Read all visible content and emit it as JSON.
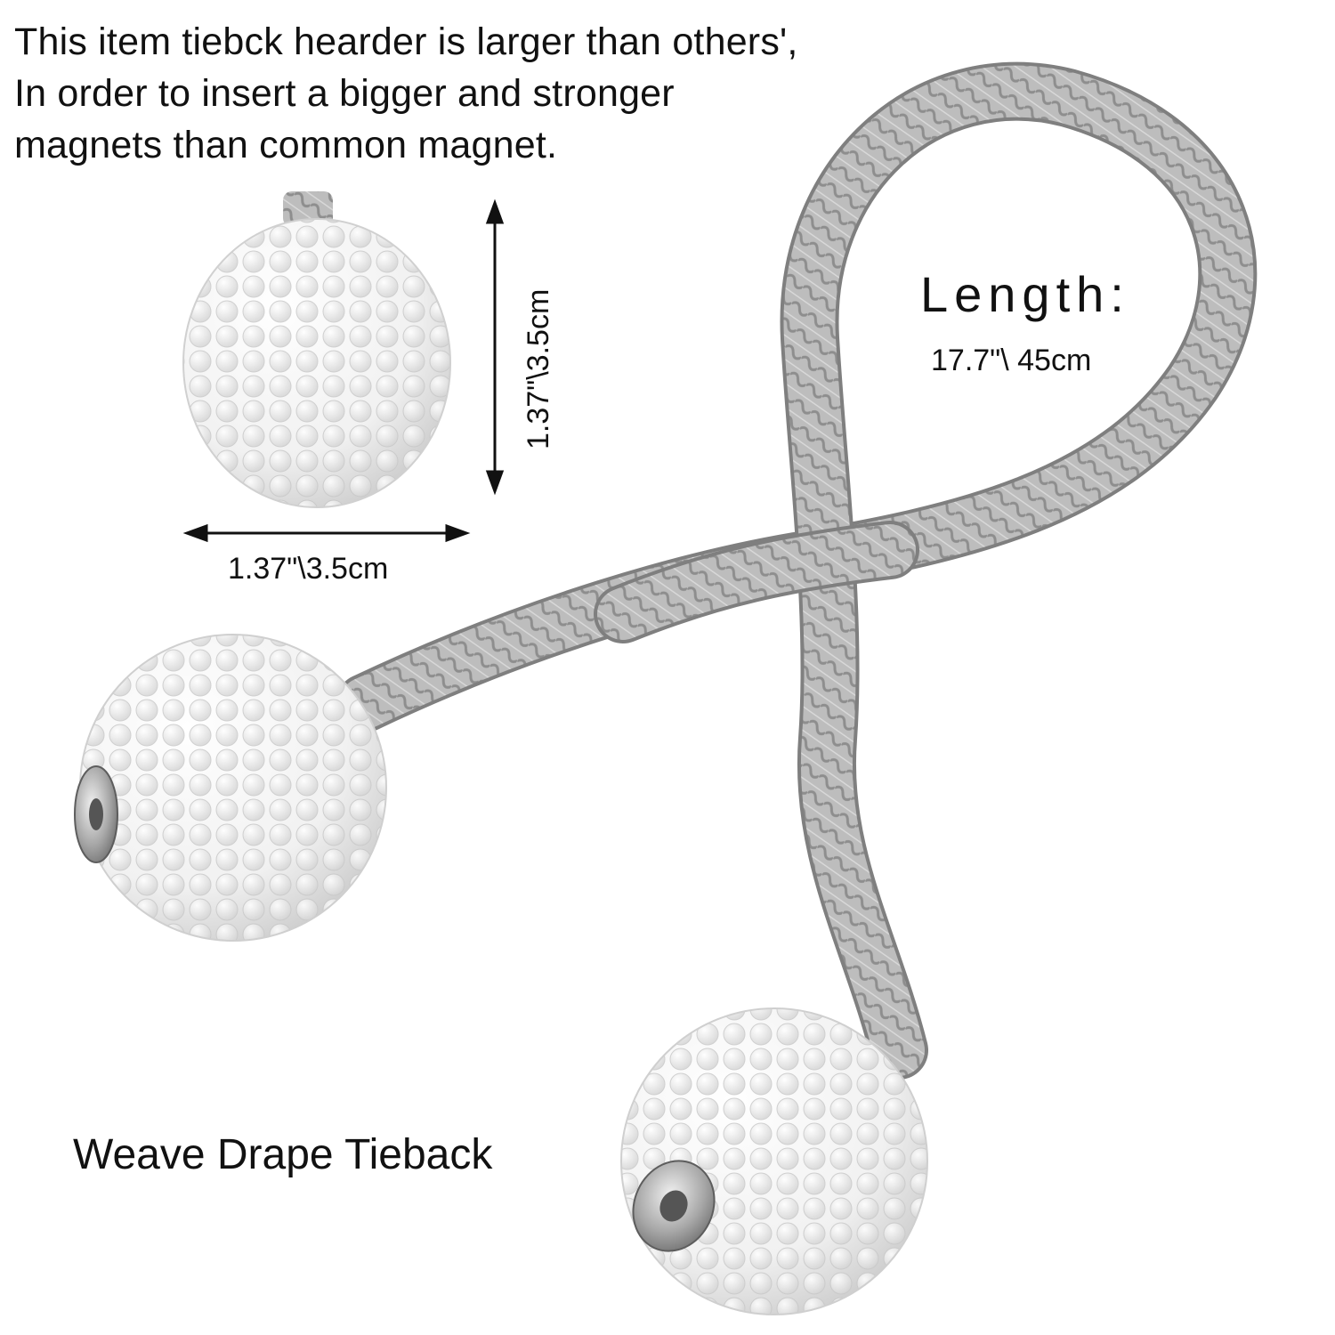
{
  "headline": {
    "lines": [
      "This item tiebck hearder is larger than others',",
      "In order to insert a bigger and stronger",
      "magnets than common magnet."
    ]
  },
  "length": {
    "label": "Length:",
    "value": "17.7\"\\ 45cm"
  },
  "ball_dimensions": {
    "width": "1.37\"\\3.5cm",
    "height": "1.37\"\\3.5cm"
  },
  "product_name": "Weave Drape Tieback",
  "colors": {
    "cord": "#b9b9b9",
    "cord_shadow": "#8a8a8a",
    "pearl": "#f7f7f7",
    "text": "#111111"
  }
}
